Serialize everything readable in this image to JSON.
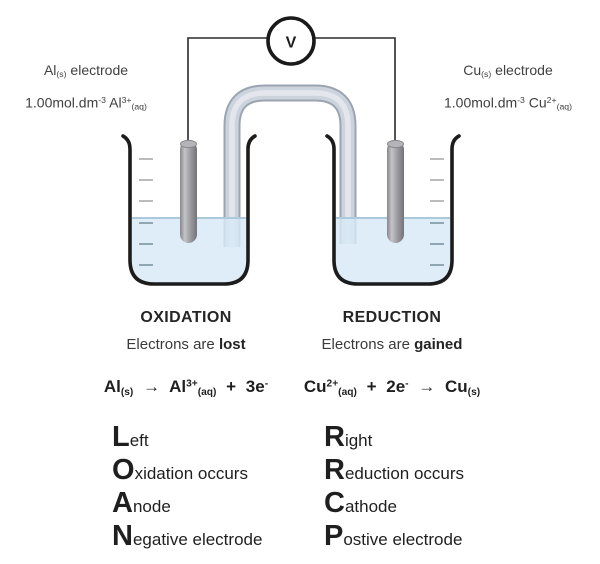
{
  "diagram": {
    "voltmeter_label": "V",
    "left_cell": {
      "name_parts": [
        "Al",
        "(s)",
        " electrode"
      ],
      "conc_parts": [
        "1.00mol.dm",
        "-3",
        " Al",
        "3+",
        "(aq)"
      ]
    },
    "right_cell": {
      "name_parts": [
        "Cu",
        "(s)",
        " electrode"
      ],
      "conc_parts": [
        "1.00mol.dm",
        "-3",
        " Cu",
        "2+",
        "(aq)"
      ]
    },
    "colors": {
      "liquid": "#d7e9f5",
      "liquid_surface": "#abc9db",
      "electrode_gray": "#98989d",
      "salt_bridge_fill": "#ccd3dd",
      "salt_bridge_edge": "#9ba4b1",
      "outline_black": "#1c1c1c"
    }
  },
  "oxidation": {
    "title": "OXIDATION",
    "subtitle_prefix": "Electrons are ",
    "subtitle_bold": "lost",
    "equation_parts": [
      "Al",
      "(s)",
      " → Al",
      "3+",
      "(aq)",
      " + 3e",
      "-"
    ]
  },
  "reduction": {
    "title": "REDUCTION",
    "subtitle_prefix": "Electrons are ",
    "subtitle_bold": "gained",
    "equation_parts": [
      "Cu",
      "2+",
      "(aq)",
      " + 2e",
      "-",
      " → Cu",
      "(s)"
    ]
  },
  "mnemonic_left": {
    "items": [
      {
        "initial": "L",
        "rest": "eft"
      },
      {
        "initial": "O",
        "rest": "xidation occurs"
      },
      {
        "initial": "A",
        "rest": "node"
      },
      {
        "initial": "N",
        "rest": "egative electrode"
      }
    ]
  },
  "mnemonic_right": {
    "items": [
      {
        "initial": "R",
        "rest": "ight"
      },
      {
        "initial": "R",
        "rest": "eduction occurs"
      },
      {
        "initial": "C",
        "rest": "athode"
      },
      {
        "initial": "P",
        "rest": "ostive electrode"
      }
    ]
  }
}
